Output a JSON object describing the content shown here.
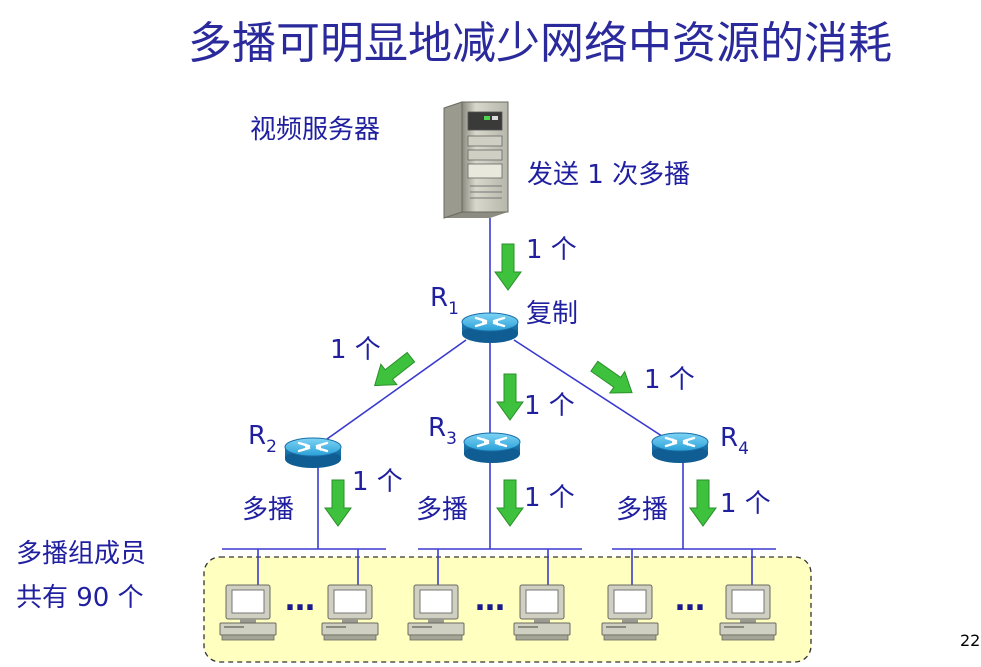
{
  "title": "多播可明显地减少网络中资源的消耗",
  "server": {
    "label": "视频服务器",
    "send_label": "发送 1 次多播"
  },
  "count_label": "1 个",
  "routers": {
    "r1": {
      "name": "R",
      "sub": "1",
      "action": "复制"
    },
    "r2": {
      "name": "R",
      "sub": "2"
    },
    "r3": {
      "name": "R",
      "sub": "3"
    },
    "r4": {
      "name": "R",
      "sub": "4"
    }
  },
  "multicast_label": "多播",
  "group": {
    "line1": "多播组成员",
    "line2": "共有 90 个"
  },
  "ellipsis": "…",
  "page_number": "22",
  "colors": {
    "title": "#2a2a9c",
    "label": "#1f1fa0",
    "link": "#3a3ad0",
    "arrow": "#3ec23e",
    "group_bg": "#ffffc0",
    "router": "#2aa0d8"
  }
}
